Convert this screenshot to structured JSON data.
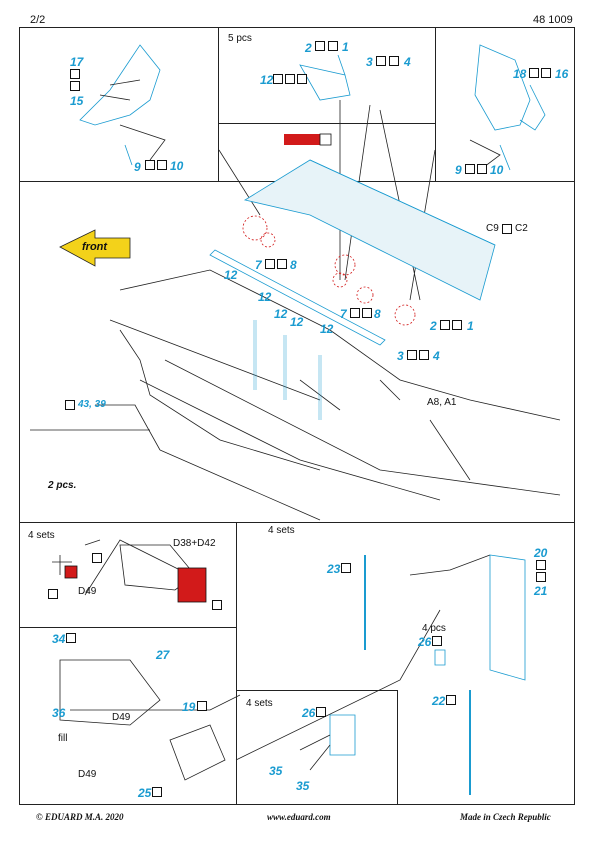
{
  "header": {
    "page": "2/2",
    "code": "48 1009"
  },
  "top_center": {
    "qty": "5 pcs"
  },
  "callouts": {
    "n17": "17",
    "n15": "15",
    "n9a": "9",
    "n10a": "10",
    "n2a": "2",
    "n1a": "1",
    "n3a": "3",
    "n4a": "4",
    "n12a": "12",
    "n18": "18",
    "n16": "16",
    "n9b": "9",
    "n10b": "10",
    "n7a": "7",
    "n8a": "8",
    "n7b": "7",
    "n8b": "8",
    "n12b": "12",
    "n12c": "12",
    "n12d": "12",
    "n12e": "12",
    "n12f": "12",
    "n2b": "2",
    "n1b": "1",
    "n3b": "3",
    "n4b": "4",
    "n43_39": "43, 39",
    "n23": "23",
    "n20": "20",
    "n21": "21",
    "n26a": "26",
    "n22": "22",
    "n34": "34",
    "n27": "27",
    "n36": "36",
    "n19": "19",
    "n25": "25",
    "n26b": "26",
    "n35a": "35",
    "n35b": "35"
  },
  "labels": {
    "c9c2": "C9",
    "c2": "C2",
    "a8a1": "A8, A1",
    "front": "front",
    "two_pcs": "2 pcs.",
    "four_sets_a": "4 sets",
    "four_sets_b": "4 sets",
    "four_sets_c": "4 sets",
    "four_pcs": "4 pcs",
    "d38d42": "D38+D42",
    "d49a": "D49",
    "d49b": "D49",
    "d49c": "D49",
    "fill": "fill"
  },
  "footer": {
    "left": "© EDUARD  M.A. 2020",
    "center": "www.eduard.com",
    "right": "Made in Czech Republic"
  },
  "colors": {
    "part": "#1a9bd0",
    "paint_red": "#d21a1a",
    "arrow_yellow": "#f3d21a",
    "line": "#222222"
  }
}
